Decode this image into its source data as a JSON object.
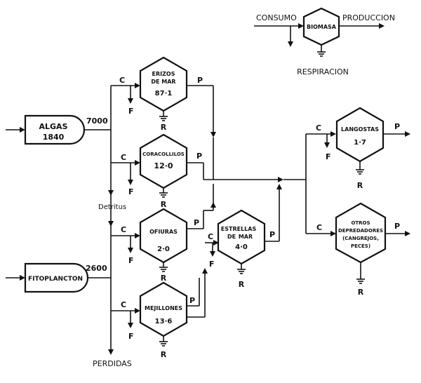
{
  "legend": {
    "consumption": "CONSUMO",
    "biomass": "BIOMASA",
    "production": "PRODUCCION",
    "respiration": "RESPIRACION"
  },
  "sources": {
    "algae": {
      "label": "ALGAS",
      "value": "1840",
      "input": "7000"
    },
    "phytoplankton": {
      "label": "FITOPLANCTON",
      "input": "2600"
    }
  },
  "nodes": {
    "sea_urchins": {
      "line1": "ERIZOS",
      "line2": "DE MAR",
      "value": "87·1"
    },
    "coralline": {
      "line1": "CORACOLLILOS",
      "value": "12·0"
    },
    "brittle_stars": {
      "line1": "OFIURAS",
      "value": "2·0"
    },
    "mussels": {
      "line1": "MEJILLONES",
      "value": "13·6"
    },
    "starfish": {
      "line1": "ESTRELLAS",
      "line2": "DE",
      "line3": "MAR",
      "value": "4·0"
    },
    "lobsters": {
      "line1": "LANGOSTAS",
      "value": "1·7"
    },
    "other_predators": {
      "line1": "OTROS",
      "line2": "DEPREDADORES",
      "line3": "(CANGREJOS,",
      "line4": "PECES)"
    }
  },
  "flow_labels": {
    "C": "C",
    "F": "F",
    "P": "P",
    "R": "R"
  },
  "side_labels": {
    "detritus": "Detritus",
    "losses": "PERDIDAS"
  }
}
